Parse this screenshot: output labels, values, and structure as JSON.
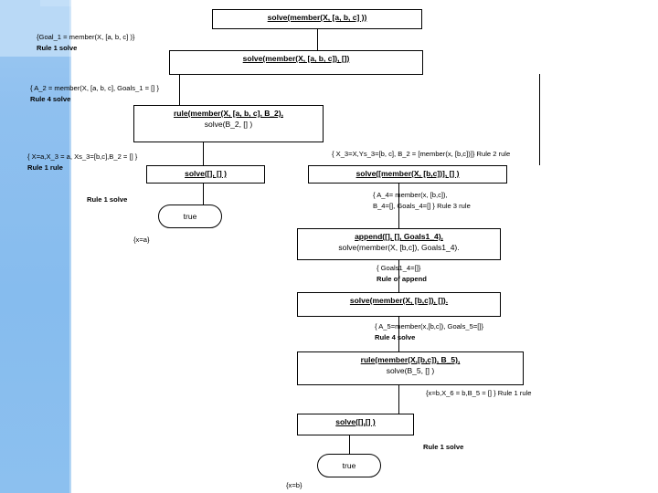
{
  "diagram": {
    "title": "Prolog meta-interpreter resolution trace for member(X,[a,b,c])",
    "accent_color": "#8fc0ef",
    "line_color": "#000000",
    "nodes": [
      {
        "id": "n1",
        "head": "solve(member(X, [a, b, c] ))",
        "sub": ""
      },
      {
        "id": "n2",
        "head": "solve(member(X, [a, b, c]), [])",
        "sub": ""
      },
      {
        "id": "n3",
        "head": "rule(member(X, [a, b, c], B_2),",
        "sub": "solve(B_2, [] )"
      },
      {
        "id": "n4",
        "head": "solve([], [] )",
        "sub": ""
      },
      {
        "id": "n5",
        "head": "solve([member(X, [b,c])], [] )",
        "sub": ""
      },
      {
        "id": "n6",
        "head": "append([], [], Goals1_4),",
        "sub": "solve(member(X, [b,c]), Goals1_4)."
      },
      {
        "id": "n7",
        "head": "solve(member(X, [b,c]), []).",
        "sub": ""
      },
      {
        "id": "n8",
        "head": "rule(member(X,[b,c]), B_5),",
        "sub": "solve(B_5, [] )"
      },
      {
        "id": "n9",
        "head": "solve([],[] )",
        "sub": ""
      }
    ],
    "terminals": [
      {
        "id": "t1",
        "label": "true"
      },
      {
        "id": "t2",
        "label": "true"
      }
    ],
    "annotations": [
      {
        "id": "a1",
        "line1": "{Goal_1 = member(X, [a, b, c] )}",
        "line2": "Rule 1 solve"
      },
      {
        "id": "a2",
        "line1": "{ A_2 = member(X, [a, b, c], Goals_1 = [] }",
        "line2": "Rule 4 solve"
      },
      {
        "id": "a3",
        "line1": "{ X=a,X_3 = a, Xs_3=[b,c],B_2 = [] }",
        "line2": "Rule 1 rule"
      },
      {
        "id": "a4",
        "line1": "Rule 1 solve",
        "line2": ""
      },
      {
        "id": "a5",
        "line1": "{x=a}",
        "line2": ""
      },
      {
        "id": "a6",
        "line1": "{ X_3=X,Ys_3=[b, c], B_2 = [member(x, [b,c])]} Rule 2 rule",
        "line2": ""
      },
      {
        "id": "a7",
        "line1": "{ A_4= member(x, [b,c]),",
        "line2": "B_4=[], Goals_4=[] }  Rule 3 rule"
      },
      {
        "id": "a8",
        "line1": "{ Goals1_4=[]}",
        "line2": "Rule of append"
      },
      {
        "id": "a9",
        "line1": "{ A_5=member(x,[b,c]), Goals_5=[]}",
        "line2": "Rule 4 solve"
      },
      {
        "id": "a10",
        "line1": "{x=b,X_6 = b,B_5 = [] } Rule 1 rule",
        "line2": ""
      },
      {
        "id": "a11",
        "line1": "Rule 1 solve",
        "line2": ""
      },
      {
        "id": "a12",
        "line1": "{x=b}",
        "line2": ""
      }
    ]
  }
}
